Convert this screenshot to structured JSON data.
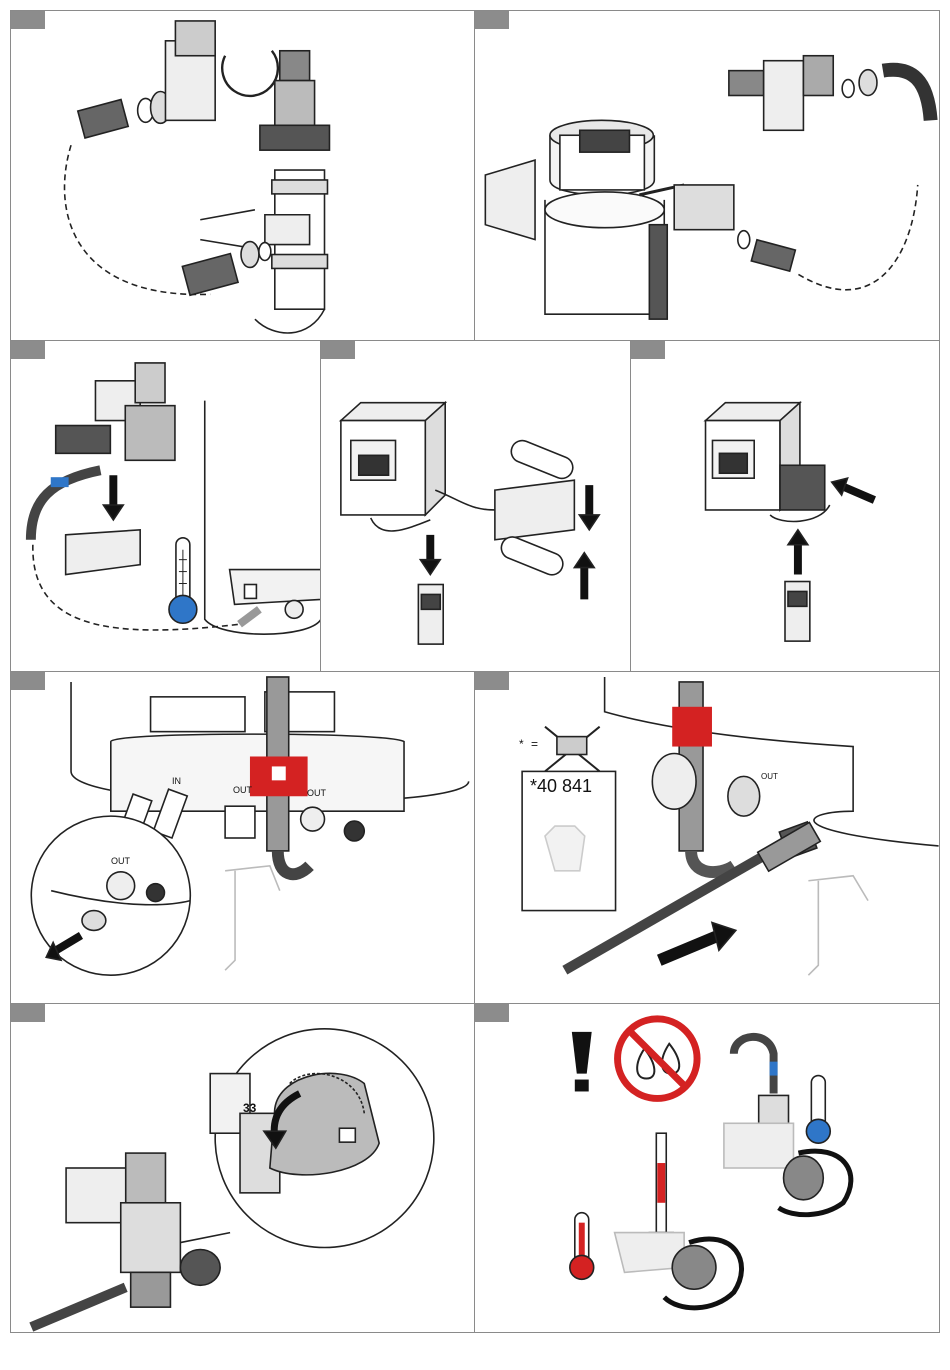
{
  "labels": {
    "in": "IN",
    "out": "OUT",
    "ref_prefix": "*",
    "ref_equals": "=",
    "ref_number": "*40 841",
    "scale_marking": "33"
  },
  "colors": {
    "cold": "#2f76c8",
    "hot": "#d42222",
    "tab": "#8c8c8c",
    "frame": "#8a8a8a",
    "prohibition": "#d42222"
  },
  "icons": [
    "thermometer-cold-icon",
    "thermometer-hot-icon",
    "warning-exclamation-icon",
    "no-water-drops-icon",
    "arrow-icon",
    "rotate-arrow-icon"
  ]
}
